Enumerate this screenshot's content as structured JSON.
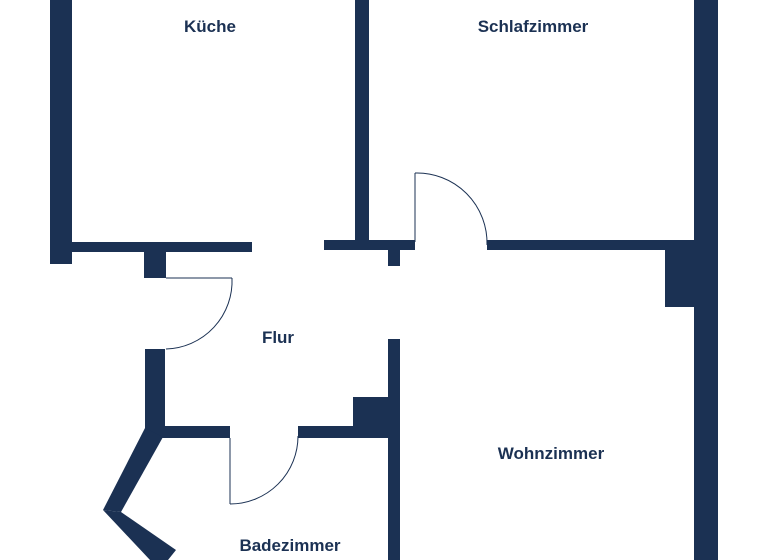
{
  "floorplan": {
    "rooms": [
      {
        "id": "kueche",
        "label": "Küche"
      },
      {
        "id": "schlafzimmer",
        "label": "Schlafzimmer"
      },
      {
        "id": "flur",
        "label": "Flur"
      },
      {
        "id": "wohnzimmer",
        "label": "Wohnzimmer"
      },
      {
        "id": "badezimmer",
        "label": "Badezimmer"
      }
    ]
  },
  "colors": {
    "wall": "#1b3153",
    "background": "#ffffff"
  }
}
